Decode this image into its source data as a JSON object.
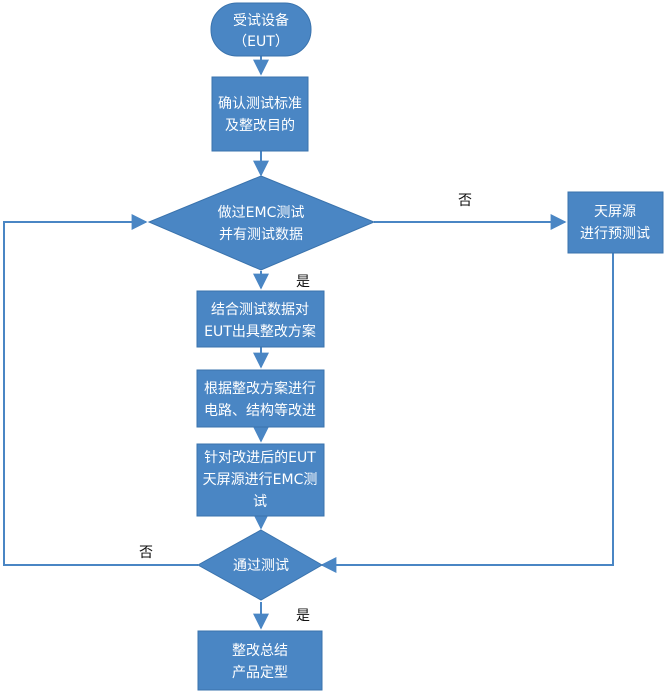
{
  "diagram": {
    "nodes": {
      "eut": {
        "line1": "受试设备",
        "line2": "（EUT）"
      },
      "confirm": {
        "line1": "确认测试标准",
        "line2": "及整改目的"
      },
      "decision1": {
        "line1": "做过EMC测试",
        "line2": "并有测试数据"
      },
      "pretest": {
        "line1": "天屏源",
        "line2": "进行预测试"
      },
      "plan": {
        "line1": "结合测试数据对",
        "line2": "EUT出具整改方案"
      },
      "improve": {
        "line1": "根据整改方案进行",
        "line2": "电路、结构等改进"
      },
      "retest": {
        "line1": "针对改进后的EUT",
        "line2": "天屏源进行EMC测",
        "line3": "试"
      },
      "decision2": {
        "line1": "通过测试"
      },
      "final": {
        "line1": "整改总结",
        "line2": "产品定型"
      }
    },
    "edge_labels": {
      "no_top": "否",
      "yes_top": "是",
      "no_bottom": "否",
      "yes_bottom": "是"
    },
    "colors": {
      "node_fill": "#4a86c4",
      "node_stroke": "#3a73ad",
      "edge": "#4a86c4",
      "text": "#ffffff"
    }
  }
}
